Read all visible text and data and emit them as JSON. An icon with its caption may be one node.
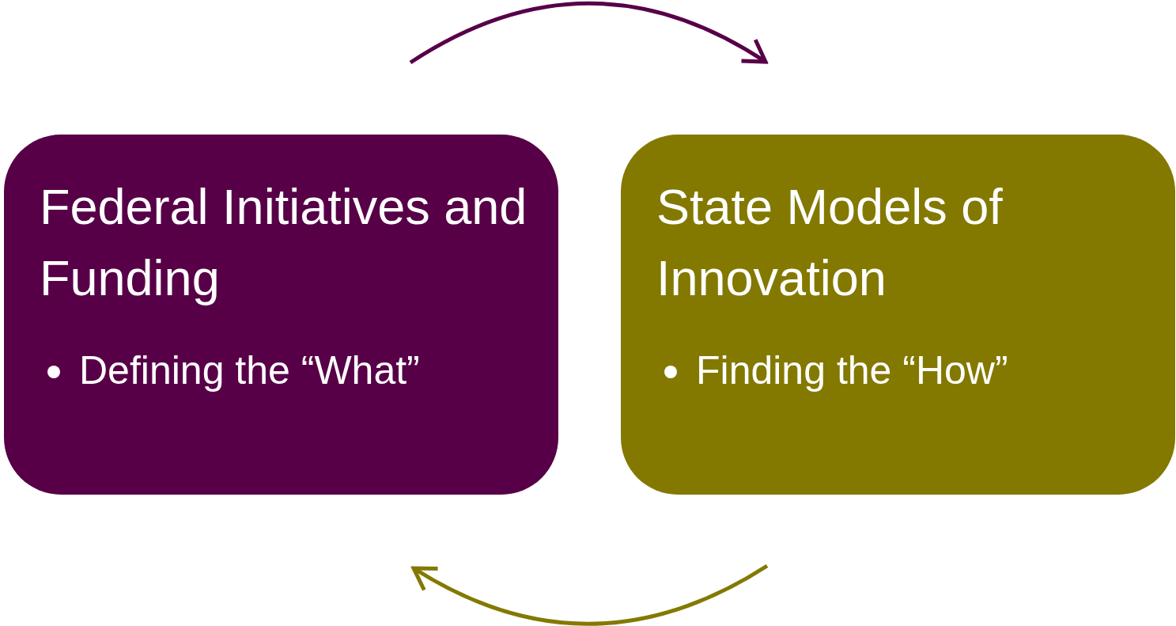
{
  "diagram": {
    "nodes": [
      {
        "text": [
          "Federal Initiatives and Funding",
          "Defining the “What”"
        ]
      },
      {
        "text": [
          "State Models of Innovation",
          "Finding the “How”"
        ]
      }
    ],
    "edges": [
      {
        "from": 0,
        "to": 1,
        "arrow": "to",
        "color": "#570048"
      },
      {
        "from": 1,
        "to": 0,
        "arrow": "to",
        "color": "#837900"
      }
    ]
  }
}
